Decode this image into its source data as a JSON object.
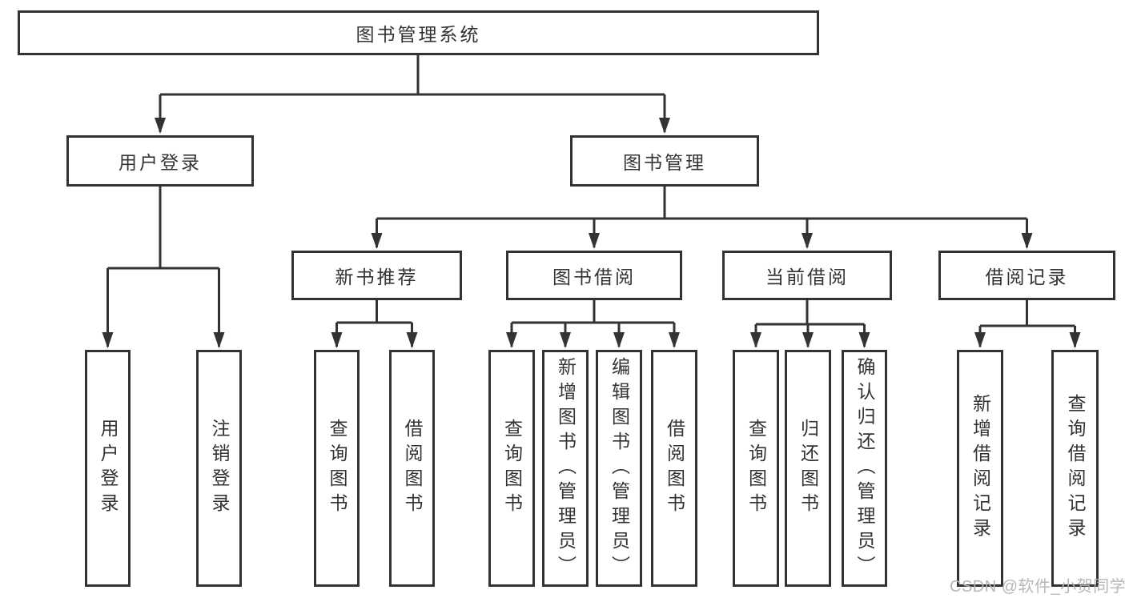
{
  "colors": {
    "line": "#333333",
    "box_border": "#333333",
    "text": "#333333",
    "background": "#ffffff",
    "watermark": "#b4b4b4"
  },
  "watermark": {
    "text": "CSDN @软件_小贺同学"
  },
  "tree": {
    "label": "图书管理系统",
    "children": [
      {
        "label": "用户登录",
        "children": [
          {
            "label": "用户登录"
          },
          {
            "label": "注销登录"
          }
        ]
      },
      {
        "label": "图书管理",
        "children": [
          {
            "label": "新书推荐",
            "children": [
              {
                "label": "查询图书"
              },
              {
                "label": "借阅图书"
              }
            ]
          },
          {
            "label": "图书借阅",
            "children": [
              {
                "label": "查询图书"
              },
              {
                "label": "新增图书（管理员）"
              },
              {
                "label": "编辑图书（管理员）"
              },
              {
                "label": "借阅图书"
              }
            ]
          },
          {
            "label": "当前借阅",
            "children": [
              {
                "label": "查询图书"
              },
              {
                "label": "归还图书"
              },
              {
                "label": "确认归还（管理员）"
              }
            ]
          },
          {
            "label": "借阅记录",
            "children": [
              {
                "label": "新增借阅记录"
              },
              {
                "label": "查询借阅记录"
              }
            ]
          }
        ]
      }
    ]
  }
}
